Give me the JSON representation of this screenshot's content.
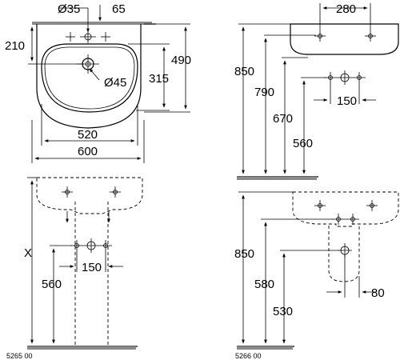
{
  "views": {
    "top": {
      "dim_tap_hole": "Ø35",
      "dim_tap_offset": "65",
      "dim_back_to_hole": "210",
      "dim_depth": "490",
      "dim_waste": "Ø45",
      "dim_bowl_depth": "315",
      "dim_bowl_width": "520",
      "dim_width": "600"
    },
    "side_top": {
      "dim_fixing_spacing": "280",
      "dim_height": "850",
      "dim_height_2": "790",
      "dim_height_3": "670",
      "dim_height_4": "560",
      "dim_supply_spacing": "150"
    },
    "pedestal": {
      "dim_x": "X",
      "dim_supply_spacing": "150",
      "dim_supply_height": "560",
      "code": "5265 00"
    },
    "semi_pedestal": {
      "dim_height": "850",
      "dim_supply_height": "580",
      "dim_waste_height": "530",
      "dim_waste_offset": "80",
      "code": "5266 00"
    }
  }
}
